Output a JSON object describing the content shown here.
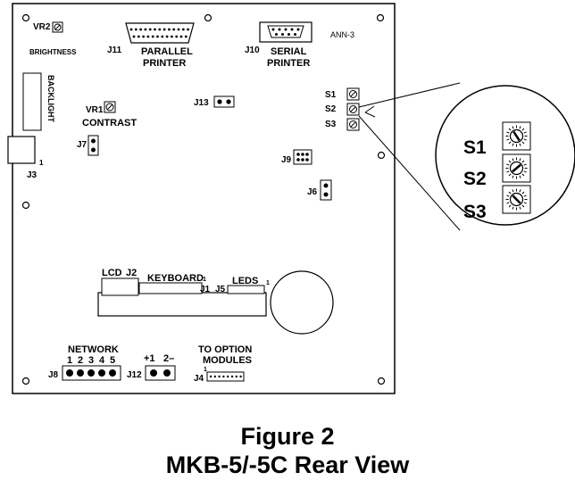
{
  "figure": {
    "title": "Figure 2",
    "subtitle": "MKB-5/-5C Rear View"
  },
  "board": {
    "ann": "ANN-3",
    "vr2": "VR2",
    "brightness": "BRIGHTNESS",
    "vr1": "VR1",
    "contrast": "CONTRAST",
    "backlight": "BACKLIGHT",
    "j3": "J3",
    "j3_pin": "1",
    "j7": "J7",
    "j11": "J11",
    "parallel_line1": "PARALLEL",
    "parallel_line2": "PRINTER",
    "j10": "J10",
    "serial_line1": "SERIAL",
    "serial_line2": "PRINTER",
    "j13": "J13",
    "j9": "J9",
    "j6": "J6",
    "s1": "S1",
    "s2": "S2",
    "s3": "S3",
    "lcd": "LCD",
    "j2": "J2",
    "keyboard": "KEYBOARD",
    "j1": "J1",
    "j1_pin": "1",
    "j5": "J5",
    "leds": "LEDS",
    "leds_pin": "1",
    "network": "NETWORK",
    "network_pins": [
      "1",
      "2",
      "3",
      "4",
      "5"
    ],
    "j8": "J8",
    "j12": "J12",
    "j12_plus": "+1",
    "j12_minus": "2–",
    "option_line1": "TO OPTION",
    "option_line2": "MODULES",
    "j4": "J4",
    "j4_pin": "1"
  },
  "zoom": {
    "s1": "S1",
    "s2": "S2",
    "s3": "S3"
  }
}
